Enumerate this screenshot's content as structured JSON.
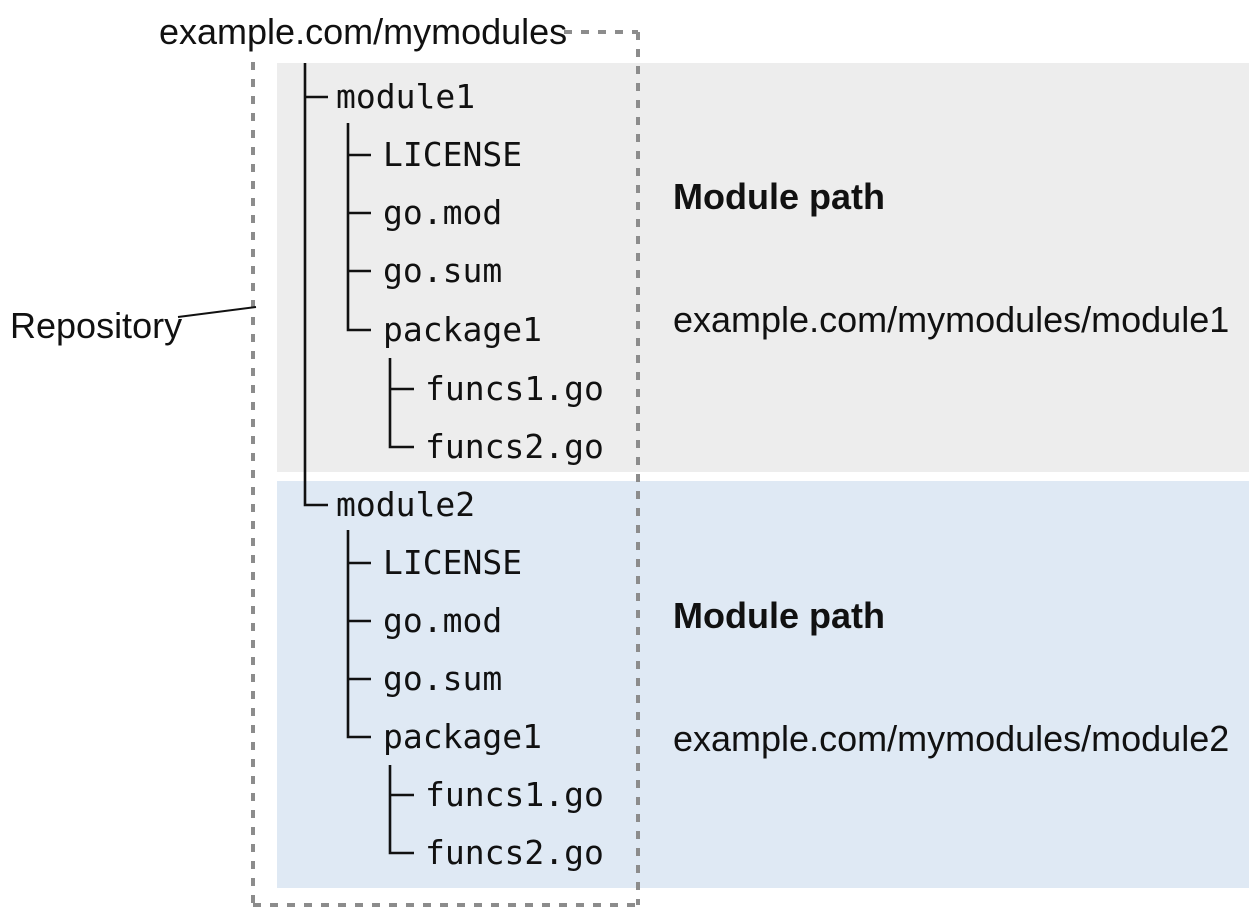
{
  "repo": {
    "url": "example.com/mymodules",
    "label": "Repository"
  },
  "modules": [
    {
      "name": "module1",
      "path_heading": "Module path",
      "path": "example.com/mymodules/module1",
      "files": [
        "LICENSE",
        "go.mod",
        "go.sum",
        "package1"
      ],
      "package_files": [
        "funcs1.go",
        "funcs2.go"
      ]
    },
    {
      "name": "module2",
      "path_heading": "Module path",
      "path": "example.com/mymodules/module2",
      "files": [
        "LICENSE",
        "go.mod",
        "go.sum",
        "package1"
      ],
      "package_files": [
        "funcs1.go",
        "funcs2.go"
      ]
    }
  ],
  "colors": {
    "module1_bg": "#ededed",
    "module2_bg": "#dfe9f4",
    "border_dots": "#8c8c8c",
    "tree_lines": "#111111",
    "text": "#111111"
  }
}
